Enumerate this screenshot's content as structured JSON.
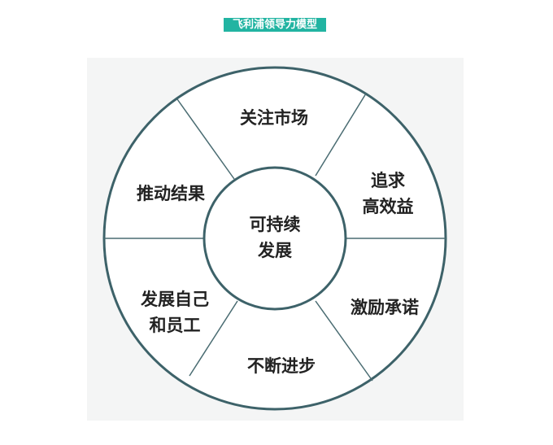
{
  "title": "飞利浦领导力模型",
  "colors": {
    "title_bg": "#22b4a2",
    "ring": "#3d6269",
    "panel": "#f4f5f5"
  },
  "center": {
    "line1": "可持续",
    "line2": "发展"
  },
  "segments": [
    {
      "line1": "关注市场"
    },
    {
      "line1": "追求",
      "line2": "高效益"
    },
    {
      "line1": "激励承诺"
    },
    {
      "line1": "不断进步"
    },
    {
      "line1": "发展自己",
      "line2": "和员工"
    },
    {
      "line1": "推动结果"
    }
  ]
}
